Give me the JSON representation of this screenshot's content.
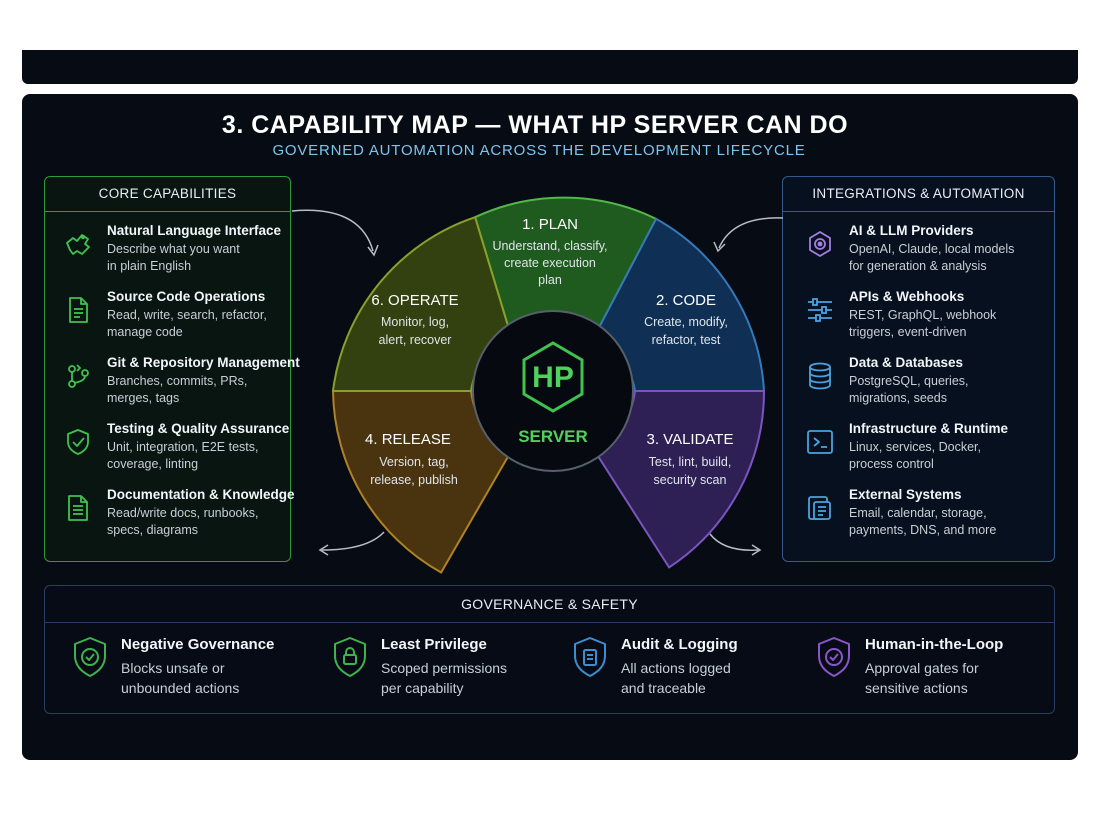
{
  "header": {
    "title": "3. CAPABILITY MAP — WHAT HP SERVER CAN DO",
    "subtitle": "GOVERNED AUTOMATION ACROSS THE DEVELOPMENT LIFECYCLE"
  },
  "core": {
    "heading": "CORE CAPABILITIES",
    "items": [
      {
        "title": "Natural Language Interface",
        "desc1": "Describe what you want",
        "desc2": "in plain English",
        "icon": "chat-hand-icon"
      },
      {
        "title": "Source Code Operations",
        "desc1": "Read, write, search, refactor,",
        "desc2": "manage code",
        "icon": "document-icon"
      },
      {
        "title": "Git & Repository Management",
        "desc1": "Branches, commits, PRs,",
        "desc2": "merges, tags",
        "icon": "git-icon"
      },
      {
        "title": "Testing & Quality Assurance",
        "desc1": "Unit, integration, E2E tests,",
        "desc2": "coverage, linting",
        "icon": "shield-check-icon"
      },
      {
        "title": "Documentation & Knowledge",
        "desc1": "Read/write docs, runbooks,",
        "desc2": "specs, diagrams",
        "icon": "docs-icon"
      }
    ]
  },
  "integrations": {
    "heading": "INTEGRATIONS & AUTOMATION",
    "items": [
      {
        "title": "AI & LLM Providers",
        "desc1": "OpenAI, Claude, local models",
        "desc2": "for generation & analysis",
        "icon": "ai-chip-icon"
      },
      {
        "title": "APIs & Webhooks",
        "desc1": "REST, GraphQL, webhook",
        "desc2": "triggers, event-driven",
        "icon": "sliders-icon"
      },
      {
        "title": "Data & Databases",
        "desc1": "PostgreSQL, queries,",
        "desc2": "migrations, seeds",
        "icon": "database-icon"
      },
      {
        "title": "Infrastructure & Runtime",
        "desc1": "Linux, services, Docker,",
        "desc2": "process control",
        "icon": "terminal-icon"
      },
      {
        "title": "External Systems",
        "desc1": "Email, calendar, storage,",
        "desc2": "payments, DNS, and more",
        "icon": "external-systems-icon"
      }
    ]
  },
  "cycle": {
    "center_logo": "HP",
    "center_label": "SERVER",
    "stages": [
      {
        "title": "1. PLAN",
        "lines": [
          "Understand, classify,",
          "create execution",
          "plan"
        ],
        "color": "#2f8a2f"
      },
      {
        "title": "2. CODE",
        "lines": [
          "Create, modify,",
          "refactor, test"
        ],
        "color": "#1e4f86"
      },
      {
        "title": "3. VALIDATE",
        "lines": [
          "Test, lint, build,",
          "security scan"
        ],
        "color": "#5b3a9c"
      },
      {
        "title": "4. RELEASE",
        "lines": [
          "Version, tag,",
          "release, publish"
        ],
        "color": "#8a6418"
      },
      {
        "title": "6. OPERATE",
        "lines": [
          "Monitor, log,",
          "alert, recover"
        ],
        "color": "#6a7a1c"
      }
    ]
  },
  "governance": {
    "heading": "GOVERNANCE & SAFETY",
    "items": [
      {
        "title": "Negative Governance",
        "desc1": "Blocks unsafe or",
        "desc2": "unbounded actions",
        "color": "#3fb24a"
      },
      {
        "title": "Least Privilege",
        "desc1": "Scoped permissions",
        "desc2": "per capability",
        "color": "#3fb24a"
      },
      {
        "title": "Audit & Logging",
        "desc1": "All actions logged",
        "desc2": "and traceable",
        "color": "#3b8fd0"
      },
      {
        "title": "Human-in-the-Loop",
        "desc1": "Approval gates for",
        "desc2": "sensitive actions",
        "color": "#8c55c8"
      }
    ]
  }
}
